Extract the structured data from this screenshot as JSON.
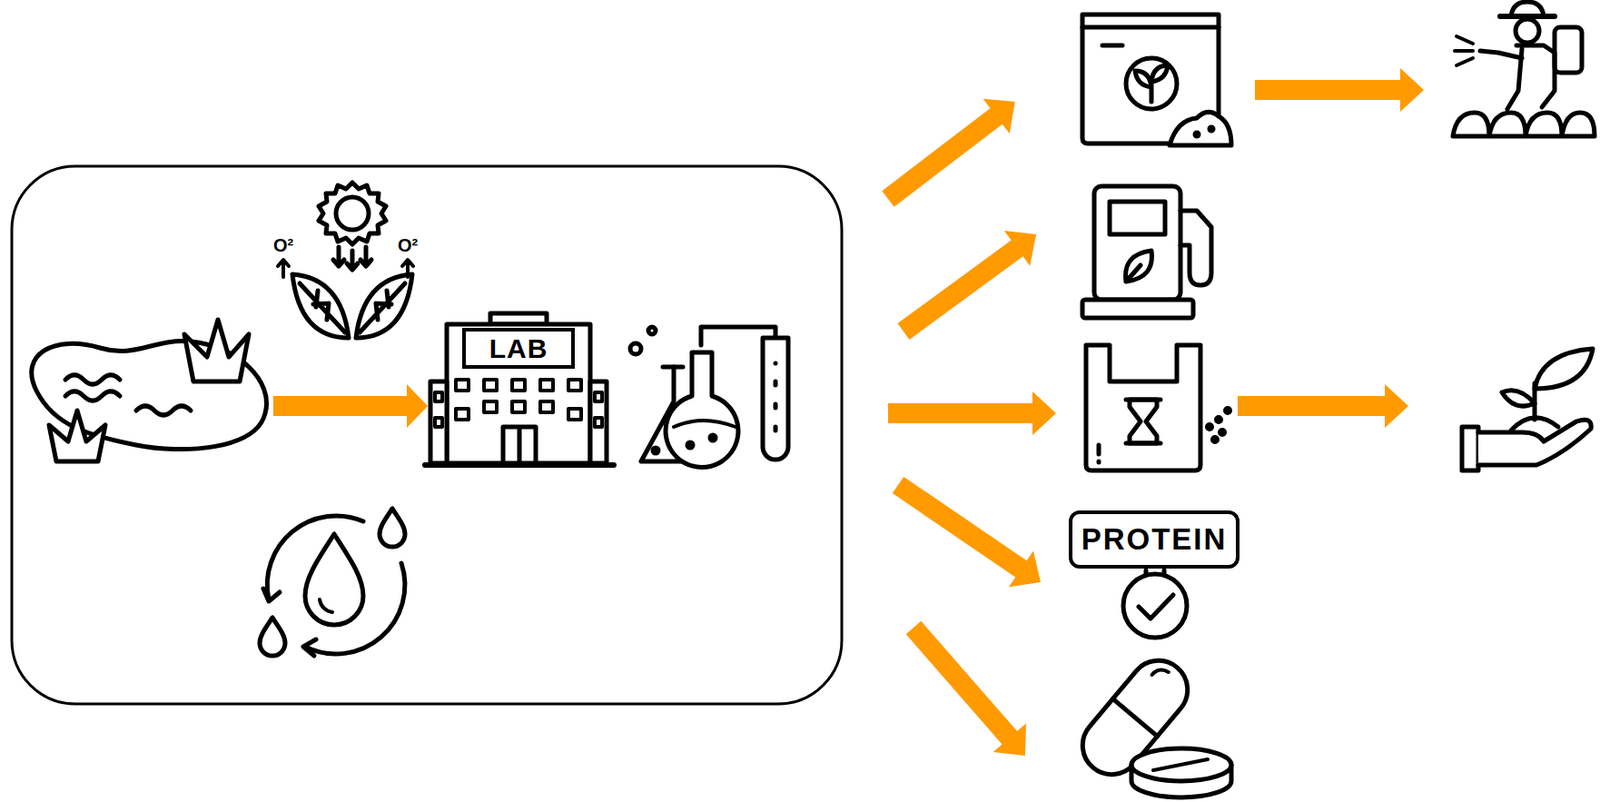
{
  "diagram": {
    "nodes": [
      {
        "text": [
          "LAB"
        ]
      },
      {
        "text": [
          "PROTEIN"
        ]
      }
    ],
    "labels": [
      "O²",
      "O²"
    ]
  }
}
